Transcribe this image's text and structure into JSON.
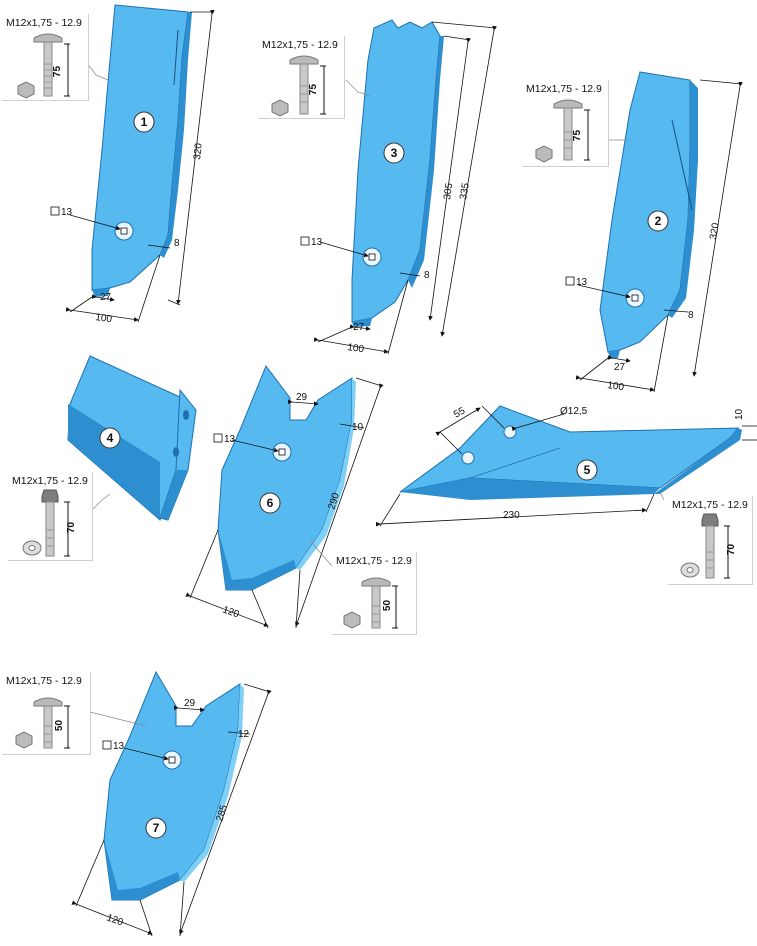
{
  "parts": [
    {
      "id": "1",
      "dims": {
        "length": "320",
        "thickness": "8",
        "tip": "27",
        "width": "100",
        "hole": "13"
      }
    },
    {
      "id": "2",
      "dims": {
        "length": "320",
        "thickness": "8",
        "tip": "27",
        "width": "100",
        "hole": "13"
      }
    },
    {
      "id": "3",
      "dims": {
        "length_inner": "305",
        "length_outer": "335",
        "thickness": "8",
        "tip": "27",
        "width": "100",
        "hole": "13"
      }
    },
    {
      "id": "4"
    },
    {
      "id": "5",
      "dims": {
        "hole_spacing": "55",
        "hole_diameter": "Ø12,5",
        "thickness": "10",
        "length": "230"
      }
    },
    {
      "id": "6",
      "dims": {
        "notch": "29",
        "thickness": "10",
        "length": "290",
        "width": "120",
        "hole": "13"
      }
    },
    {
      "id": "7",
      "dims": {
        "notch": "29",
        "thickness": "12",
        "length": "285",
        "width": "120",
        "hole": "13"
      }
    }
  ],
  "bolts": [
    {
      "spec": "M12x1,75 - 12.9",
      "length": "75",
      "head": "carriage"
    },
    {
      "spec": "M12x1,75 - 12.9",
      "length": "75",
      "head": "carriage"
    },
    {
      "spec": "M12x1,75 - 12.9",
      "length": "75",
      "head": "carriage"
    },
    {
      "spec": "M12x1,75 - 12.9",
      "length": "70",
      "head": "hex"
    },
    {
      "spec": "M12x1,75 - 12.9",
      "length": "70",
      "head": "hex"
    },
    {
      "spec": "M12x1,75 - 12.9",
      "length": "50",
      "head": "carriage"
    },
    {
      "spec": "M12x1,75 - 12.9",
      "length": "50",
      "head": "carriage"
    }
  ],
  "colors": {
    "blade": "#56b9f0",
    "blade_dark": "#2e8fd0",
    "blade_edge": "#1f6fb0",
    "line": "#111111",
    "bolt": "#b9b9b9"
  },
  "square_symbol": "□"
}
